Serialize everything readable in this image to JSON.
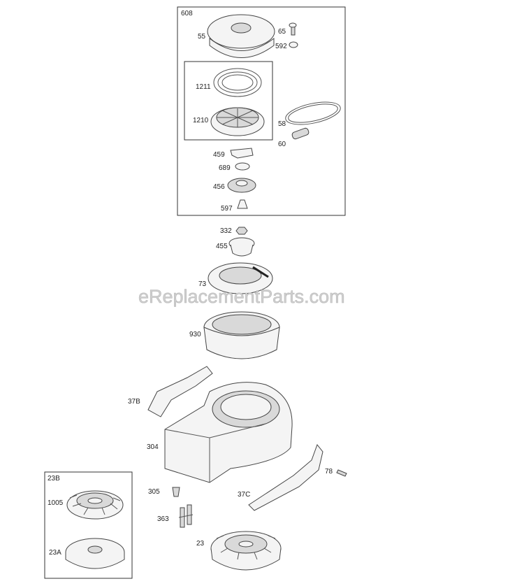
{
  "watermark": "eReplacementParts.com",
  "labels": {
    "p608": "608",
    "p55": "55",
    "p65": "65",
    "p592": "592",
    "p1211": "1211",
    "p1210": "1210",
    "p58": "58",
    "p60": "60",
    "p459": "459",
    "p689": "689",
    "p456": "456",
    "p597": "597",
    "p332": "332",
    "p455": "455",
    "p73": "73",
    "p930": "930",
    "p37B": "37B",
    "p304": "304",
    "p78": "78",
    "p23B": "23B",
    "p1005": "1005",
    "p305": "305",
    "p37C": "37C",
    "p363": "363",
    "p23A": "23A",
    "p23": "23"
  }
}
